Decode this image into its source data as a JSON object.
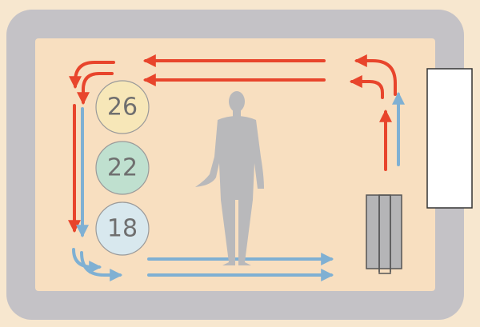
{
  "colors": {
    "background": "#f7e7cf",
    "wall": "#c4c2c6",
    "floor": "#f8dfc0",
    "warm_flow": "#e8452c",
    "cool_flow": "#7fb0d3",
    "person": "#b9b9bb",
    "radiator": "#b5b5b7",
    "radiator_outline": "#555555",
    "window_fill": "#ffffff",
    "window_outline": "#333333",
    "text": "#6f6f6f"
  },
  "temperature_zones": [
    {
      "label": "26",
      "color": "#f7e7b8"
    },
    {
      "label": "22",
      "color": "#bfe0cf"
    },
    {
      "label": "18",
      "color": "#d8e8ee"
    }
  ],
  "icons": {
    "person": "person-silhouette-icon",
    "radiator": "radiator-icon",
    "window": "window-icon"
  }
}
